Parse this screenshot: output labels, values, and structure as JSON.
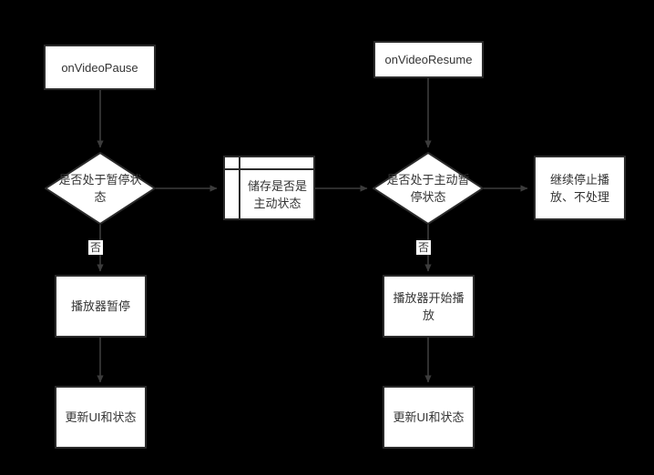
{
  "diagram": {
    "type": "flowchart",
    "background_color": "#000000",
    "shape_fill": "#ffffff",
    "shape_border": "#2b2b2b",
    "text_color": "#333333",
    "connector_color": "#3c3c3c",
    "nodes": {
      "on_video_pause": {
        "label": "onVideoPause",
        "shape": "process"
      },
      "is_paused_decision": {
        "label": "是否处于暂停状态",
        "shape": "decision"
      },
      "store_active_state": {
        "label": "储存是否是主动状态",
        "shape": "predefined-process"
      },
      "is_active_pause_decision": {
        "label": "是否处于主动暂停状态",
        "shape": "decision"
      },
      "on_video_resume": {
        "label": "onVideoResume",
        "shape": "process"
      },
      "keep_stopped": {
        "label": "继续停止播放、不处理",
        "shape": "process"
      },
      "player_pause": {
        "label": "播放器暂停",
        "shape": "process"
      },
      "update_ui_left": {
        "label": "更新UI和状态",
        "shape": "process"
      },
      "player_start_play": {
        "label": "播放器开始播放",
        "shape": "process"
      },
      "update_ui_right": {
        "label": "更新UI和状态",
        "shape": "process"
      }
    },
    "edge_labels": {
      "left_no": "否",
      "right_no": "否"
    }
  }
}
